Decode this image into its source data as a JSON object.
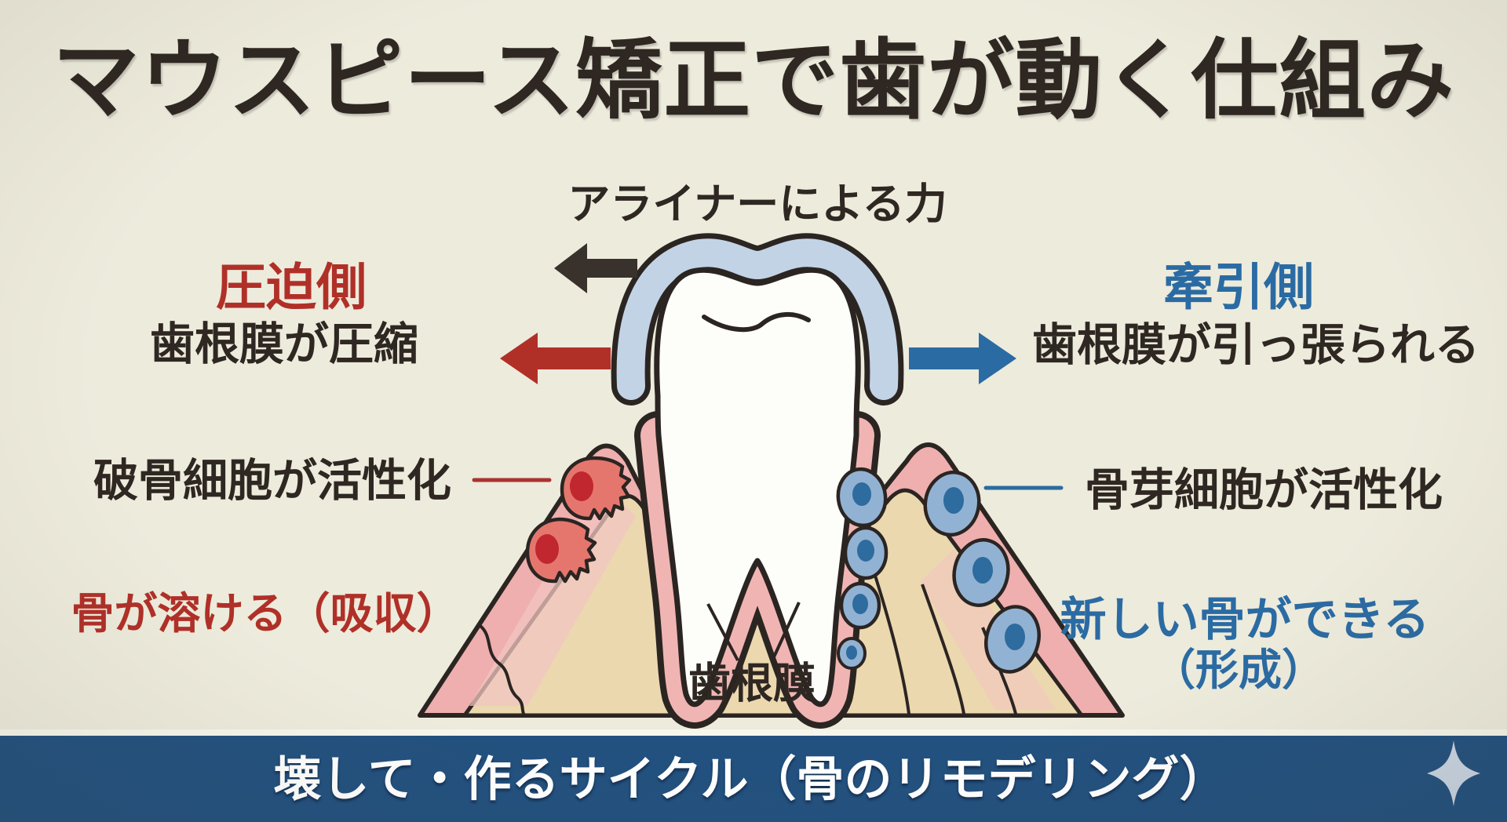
{
  "title": "マウスピース矯正で歯が動く仕組み",
  "diagram": {
    "force_label": "アライナーによる力",
    "left": {
      "side_label": "圧迫側",
      "effect_label": "歯根膜が圧縮",
      "cell_label": "破骨細胞が活性化",
      "result_label": "骨が溶ける（吸収）"
    },
    "right": {
      "side_label": "牽引側",
      "effect_label": "歯根膜が引っ張られる",
      "cell_label": "骨芽細胞が活性化",
      "result_label_line1": "新しい骨ができる",
      "result_label_line2": "（形成）"
    },
    "anatomy": {
      "ligament_label": "歯根膜"
    }
  },
  "footer": {
    "text": "壊して・作るサイクル（骨のリモデリング）"
  },
  "icons": {
    "force_arrow": "left-arrow",
    "compression_arrow": "left-arrow",
    "tension_arrow": "right-arrow",
    "sparkle": "four-point-star"
  },
  "colors": {
    "background": "#edebdc",
    "dark_text": "#2e2722",
    "accent_red": "#b03028",
    "accent_blue": "#2b6ba3",
    "arrow_black": "#38312c",
    "outline": "#2b2522",
    "aligner_fill": "#c3d3e6",
    "tooth_fill": "#fdfdfa",
    "gum_pink": "#eeafae",
    "ligament_pink": "#f0b5b3",
    "bone_tan": "#ecd8af",
    "wash_pink": "#f2c6c0",
    "osteoclast_fill": "#e5766e",
    "osteoclast_nucleus": "#c1272e",
    "osteoblast_fill": "#92b2d3",
    "osteoblast_nucleus": "#2e6b9e",
    "footer_bg": "#23517f",
    "footer_text": "#ffffff",
    "separator": "#f6f6ec",
    "sparkle": "#c9d5e3"
  }
}
